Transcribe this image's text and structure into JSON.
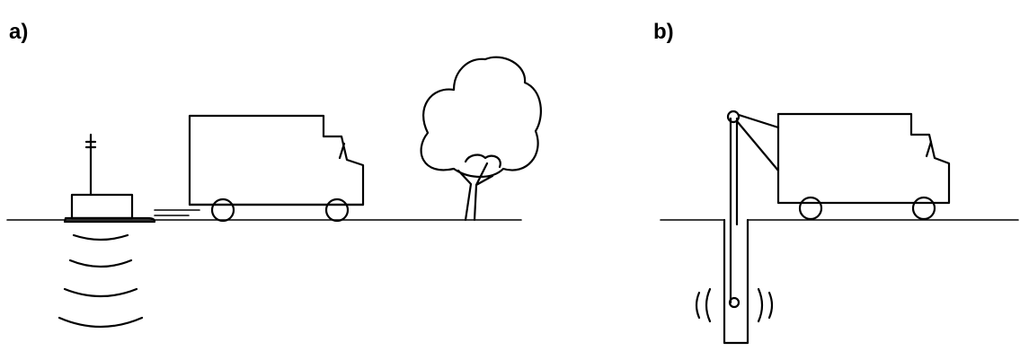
{
  "panels": [
    {
      "id": "a",
      "label": "a)"
    },
    {
      "id": "b",
      "label": "b)"
    }
  ],
  "colors": {
    "ink": "#000000",
    "background": "#ffffff"
  }
}
